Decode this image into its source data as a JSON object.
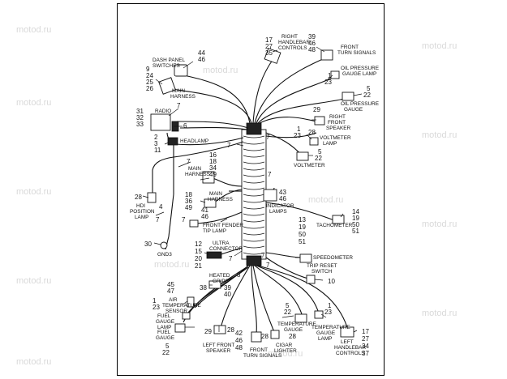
{
  "watermark": "motod.ru",
  "labels": {
    "dash_panel_switches": [
      "DASH PANEL",
      "SWITCHES"
    ],
    "main_harness_upper": [
      "MAIN",
      "HARNESS"
    ],
    "radio": "RADIO",
    "headlamp": "HEADLAMP",
    "main_harness_mid": [
      "MAIN",
      "HARNESS"
    ],
    "main_harness_low": [
      "MAIN",
      "HARNESS"
    ],
    "hdi_position_lamp": [
      "HDI",
      "POSITION",
      "LAMP"
    ],
    "front_fender_tip_lamp": [
      "FRONT FENDER",
      "TIP LAMP"
    ],
    "gnd3": "GND3",
    "ultra_connector": [
      "ULTRA",
      "CONNECTOR"
    ],
    "heated_grips": [
      "HEATED",
      "GRIPS"
    ],
    "air_temperature_sensor": [
      "AIR",
      "TEMPERATURE",
      "SENSOR"
    ],
    "fuel_gauge_lamp": [
      "FUEL",
      "GAUGE",
      "LAMP"
    ],
    "fuel_gauge": [
      "FUEL",
      "GAUGE"
    ],
    "left_front_speaker": [
      "LEFT FRONT",
      "SPEAKER"
    ],
    "front_turn_signals_bottom": [
      "FRONT",
      "TURN SIGNALS"
    ],
    "cigar_lighter": [
      "CIGAR",
      "LIGHTER"
    ],
    "temperature_gauge": [
      "TEMPERATURE",
      "GAUGE"
    ],
    "temperature_gauge_lamp": [
      "TEMPERATURE",
      "GAUGE",
      "LAMP"
    ],
    "left_handlebar_controls": [
      "LEFT",
      "HANDLEBAR",
      "CONTROLS"
    ],
    "right_handlebar_controls": [
      "RIGHT",
      "HANDLEBAR",
      "CONTROLS"
    ],
    "front_turn_signals_top": [
      "FRONT",
      "TURN SIGNALS"
    ],
    "oil_pressure_gauge_lamp": [
      "OIL PRESSURE",
      "GAUGE LAMP"
    ],
    "oil_pressure_gauge": [
      "OIL PRESSURE",
      "GAUGE"
    ],
    "right_front_speaker": [
      "RIGHT",
      "FRONT",
      "SPEAKER"
    ],
    "voltmeter_lamp": [
      "VOLTMETER",
      "LAMP"
    ],
    "voltmeter": "VOLTMETER",
    "indicator_lamps": [
      "INDICATOR",
      "LAMPS"
    ],
    "tachometer": "TACHOMETER",
    "speedometer": "SPEEDOMETER",
    "trip_reset_switch": [
      "TRIP RESET",
      "SWITCH"
    ]
  },
  "callouts": {
    "dash_44_46": [
      "44",
      "46"
    ],
    "left_9_24_25_26": [
      "9",
      "24",
      "25",
      "26"
    ],
    "radio_7": "7",
    "radio_31_32_33": [
      "31",
      "32",
      "33"
    ],
    "radio_6": "6",
    "headlamp_2_3_11": [
      "2",
      "3",
      "11"
    ],
    "harness_7_a": "7",
    "harness_7_b": "7",
    "mid_16_18_34_49": [
      "16",
      "18",
      "34",
      "49"
    ],
    "low_18_36_49": [
      "18",
      "36",
      "49"
    ],
    "hdi_28": "28",
    "hdi_4": "4",
    "hdi_7": "7",
    "fender_7": "7",
    "fender_41_46": [
      "41",
      "46"
    ],
    "gnd_30": "30",
    "ultra_12_15_20_21": [
      "12",
      "15",
      "20",
      "21"
    ],
    "ultra_7": "7",
    "ultra_8": "8",
    "grips_38_39_40": [
      "38",
      "39",
      "40"
    ],
    "air_45_47": [
      "45",
      "47"
    ],
    "air_1_23": [
      "1",
      "23"
    ],
    "fuel_5_22": [
      "5",
      "22"
    ],
    "lfs_29_28": [
      "29",
      "28"
    ],
    "fts_42_46_48": [
      "42",
      "46",
      "48"
    ],
    "cigar_28": "28",
    "temp_5_22": [
      "5",
      "22"
    ],
    "temp_28": "28",
    "templamp_1_23": [
      "1",
      "23"
    ],
    "lhc_17_27_34_37": [
      "17",
      "27",
      "34",
      "37"
    ],
    "rhc_17_27_35": [
      "17",
      "27",
      "35"
    ],
    "fts_39_46_48": [
      "39",
      "46",
      "48"
    ],
    "opgl_1_23": [
      "1",
      "23"
    ],
    "opg_5_22": [
      "5",
      "22"
    ],
    "rfs_29_28": [
      "29",
      "28"
    ],
    "center_7_a": "7",
    "center_7_b": "7",
    "center_7_c": "7",
    "center_7_d": "7",
    "volt_1_23": [
      "1",
      "23"
    ],
    "volt_5_22": [
      "5",
      "22"
    ],
    "ind_43_46": [
      "43",
      "46"
    ],
    "tach_14_19_50_51": [
      "14",
      "19",
      "50",
      "51"
    ],
    "speedo_13_19_50_51": [
      "13",
      "19",
      "50",
      "51"
    ],
    "trip_10": "10"
  }
}
